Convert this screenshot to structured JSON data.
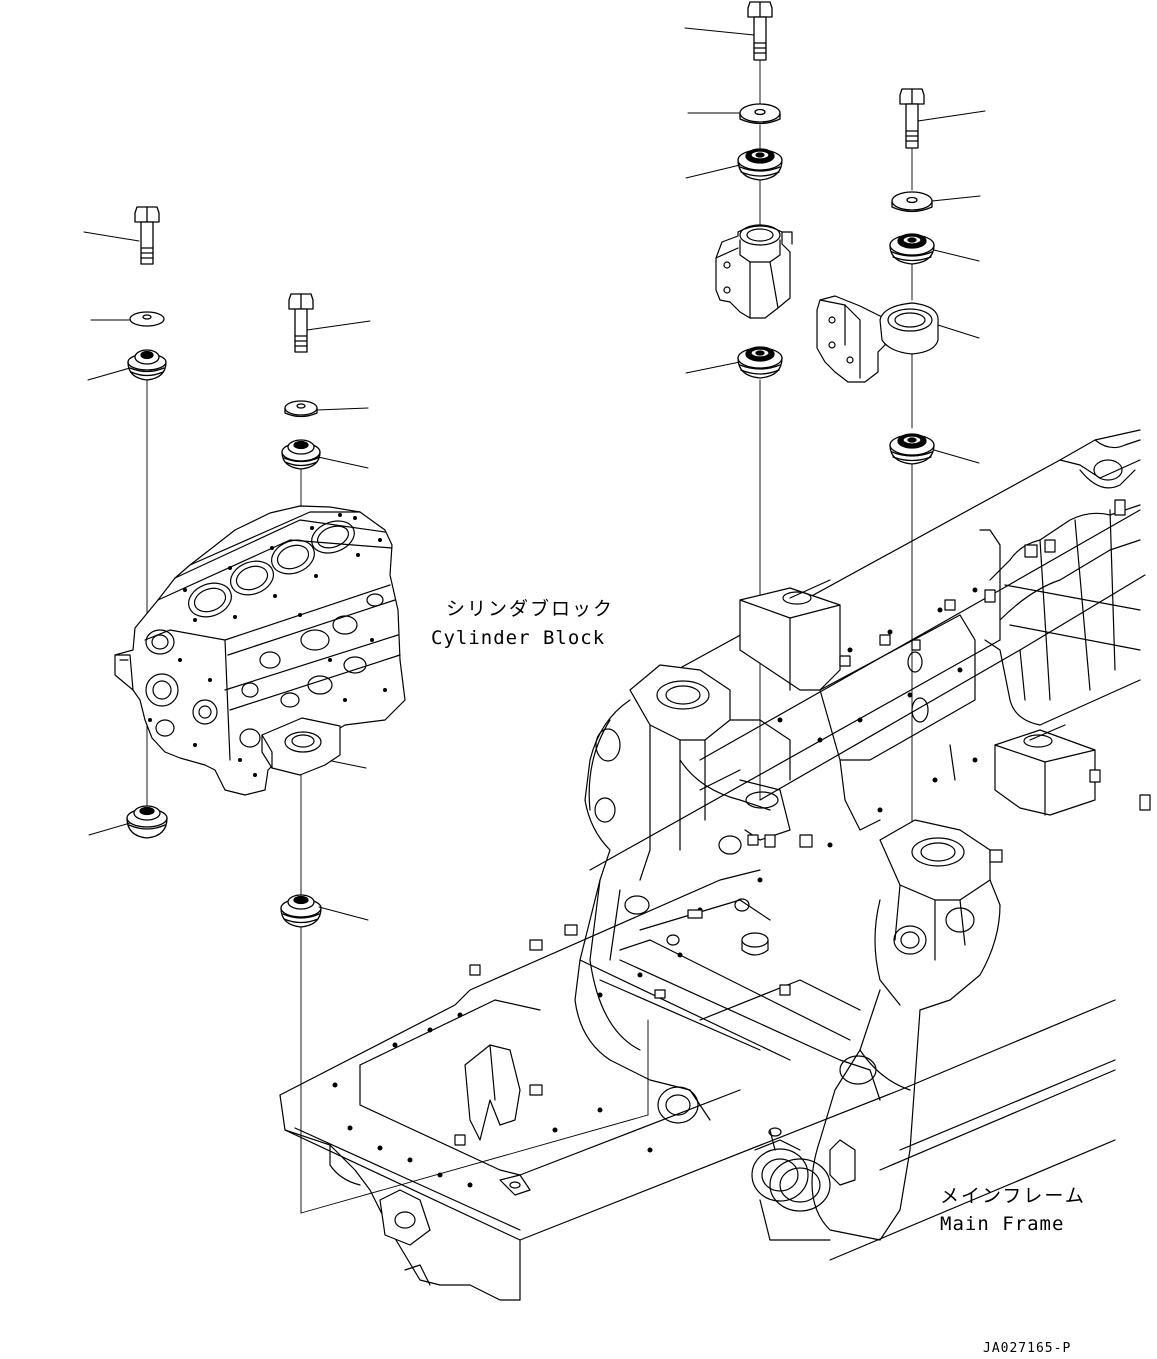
{
  "labels": {
    "cylinder_block_jp": "シリンダブロック",
    "cylinder_block_en": "Cylinder Block",
    "main_frame_jp": "メインフレーム",
    "main_frame_en": "Main Frame"
  },
  "drawing_code": "JA027165-P",
  "colors": {
    "ink": "#000000",
    "paper": "#ffffff"
  }
}
